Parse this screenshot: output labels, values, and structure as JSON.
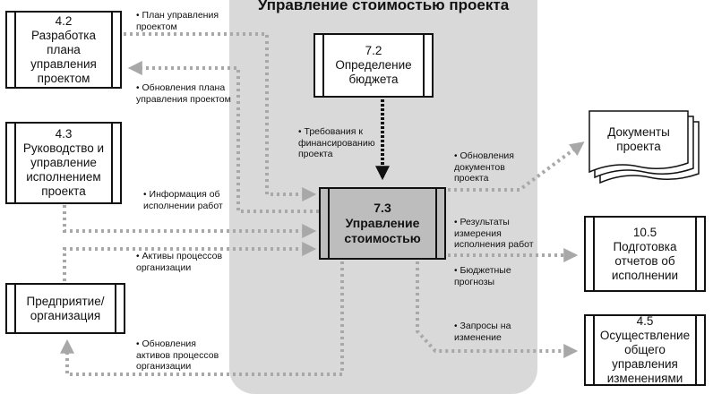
{
  "title": "Управление стоимостью проекта",
  "boxes": {
    "plan_dev": {
      "num": "4.2",
      "label": "Разработка плана управления проектом"
    },
    "direct_manage": {
      "num": "4.3",
      "label": "Руководство и управление исполнением проекта"
    },
    "enterprise": {
      "label": "Предприятие/ организация"
    },
    "budget": {
      "num": "7.2",
      "label": "Определение бюджета"
    },
    "cost_control": {
      "num": "7.3",
      "label": "Управление стоимостью"
    },
    "documents": {
      "label": "Документы проекта"
    },
    "performance": {
      "num": "10.5",
      "label": "Подготовка отчетов об исполнении"
    },
    "change_control": {
      "num": "4.5",
      "label": "Осуществление общего управления изменениями"
    }
  },
  "flows": {
    "pm_plan": "План управления проектом",
    "pm_plan_updates": "Обновления плана управления проектом",
    "funding_req": "Требования к финансированию проекта",
    "work_perf_info": "Информация об исполнении работ",
    "org_assets": "Активы процессов организации",
    "org_assets_updates": "Обновления активов процессов организации",
    "doc_updates": "Обновления документов проекта",
    "work_perf_measures": "Результаты измерения исполнения работ",
    "budget_forecasts": "Бюджетные прогнозы",
    "change_requests": "Запросы на изменение"
  },
  "colors": {
    "region": "#d9d9d9",
    "central": "#bdbdbd",
    "arrow": "#a8a8a8",
    "solid_arrow": "#111111"
  }
}
